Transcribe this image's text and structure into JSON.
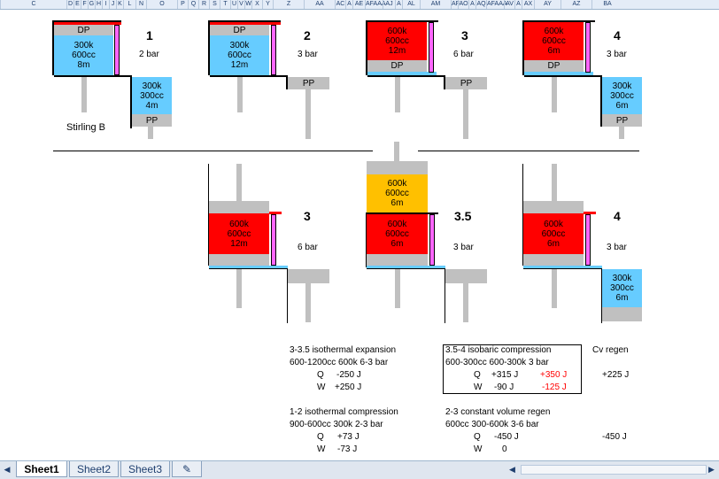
{
  "column_headers": [
    "C",
    "D",
    "E",
    "F",
    "G",
    "H",
    "I",
    "J",
    "K",
    "L",
    "N",
    "O",
    "P",
    "Q",
    "R",
    "S",
    "T",
    "U",
    "V",
    "W",
    "X",
    "Y",
    "Z",
    "AA",
    "AC",
    "A",
    "AE",
    "AFAAA",
    "AJ",
    "A",
    "AL",
    "AM",
    "AF",
    "AO",
    "A",
    "AQ",
    "AFAAA",
    "AV",
    "A",
    "AX",
    "AY",
    "AZ",
    "BA"
  ],
  "panels": {
    "p1": {
      "number": "1",
      "pressure": "2 bar",
      "dp": "DP",
      "big": [
        "300k",
        "600cc",
        "8m"
      ],
      "small": [
        "300k",
        "300cc",
        "4m"
      ],
      "pp": "PP",
      "caption": "Stirling  B"
    },
    "p2": {
      "number": "2",
      "pressure": "3 bar",
      "dp": "DP",
      "big": [
        "300k",
        "600cc",
        "12m"
      ],
      "pp": "PP"
    },
    "p3": {
      "number": "3",
      "pressure": "6 bar",
      "big": [
        "600k",
        "600cc",
        "12m"
      ],
      "dp": "DP",
      "pp": "PP"
    },
    "p4": {
      "number": "4",
      "pressure": "3 bar",
      "big": [
        "600k",
        "600cc",
        "6m"
      ],
      "dp": "DP",
      "small": [
        "300k",
        "300cc",
        "6m"
      ],
      "pp": "PP"
    },
    "b3": {
      "number": "3",
      "pressure": "6 bar",
      "big": [
        "600k",
        "600cc",
        "12m"
      ]
    },
    "b35": {
      "number": "3.5",
      "pressure": "3 bar",
      "top": [
        "600k",
        "600cc",
        "6m"
      ],
      "big": [
        "600k",
        "600cc",
        "6m"
      ]
    },
    "b4": {
      "number": "4",
      "pressure": "3 bar",
      "big": [
        "600k",
        "600cc",
        "6m"
      ],
      "small": [
        "300k",
        "300cc",
        "6m"
      ]
    }
  },
  "table": {
    "iso_exp": {
      "title": "3-3.5  isothermal expansion",
      "params": "600-1200cc   600k   6-3 bar",
      "q_label": "Q",
      "q": "-250 J",
      "w_label": "W",
      "w": "+250 J"
    },
    "isobaric": {
      "title": "3.5-4  isobaric compression",
      "params": "600-300cc   600-300k   3 bar",
      "q_label": "Q",
      "q": "+315 J",
      "q_red": "+350 J",
      "w_label": "W",
      "w": "-90 J",
      "w_red": "-125 J"
    },
    "cv_regen": {
      "title": "Cv regen",
      "value1": "+225 J",
      "value2": "-450 J"
    },
    "iso_comp": {
      "title": "1-2  isothermal compression",
      "params": "900-600cc   300k   2-3 bar",
      "q_label": "Q",
      "q": "+73 J",
      "w_label": "W",
      "w": "-73 J"
    },
    "const_vol": {
      "title": "2-3  constant volume regen",
      "params": "600cc   300-600k   3-6 bar",
      "q_label": "Q",
      "q": "-450 J",
      "w_label": "W",
      "w": "0"
    }
  },
  "sheets": [
    "Sheet1",
    "Sheet2",
    "Sheet3"
  ],
  "colors": {
    "hot": "#ff0000",
    "cold": "#66ccff",
    "piston": "#c0c0c0",
    "regen": "#ff66ff",
    "expanded": "#ffc000"
  }
}
